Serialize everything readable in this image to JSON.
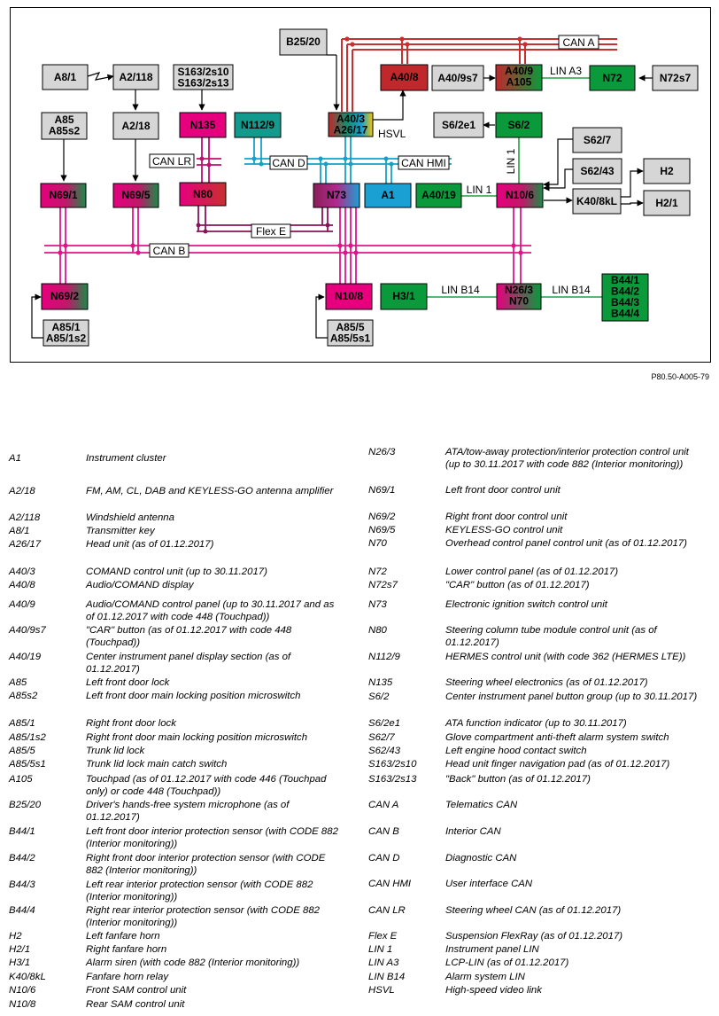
{
  "figure_ref": "P80.50-A005-79",
  "colors": {
    "can_a": "#c8302f",
    "can_b": "#e0148a",
    "can_d": "#14a0c8",
    "can_hmi": "#14a0c8",
    "can_lr": "#c0106e",
    "flex_e": "#8a1258",
    "lin": "#22a040",
    "gray_box": "#d6d6d6",
    "magenta_box": "#e6007e",
    "green_box": "#0a9a3c",
    "red_box": "#c0282c",
    "cyan_box": "#1aa0d2",
    "teal_box": "#139a8c"
  },
  "nodes": {
    "b25_20": "B25/20",
    "a8_1": "A8/1",
    "a2_118": "A2/118",
    "s163": "S163/2s10\nS163/2s13",
    "a85": "A85\nA85s2",
    "a2_18": "A2/18",
    "n135": "N135",
    "n112_9": "N112/9",
    "a40_3": "A40/3\nA26/17",
    "a40_8": "A40/8",
    "a40_9s7": "A40/9s7",
    "a40_9": "A40/9\nA105",
    "n72": "N72",
    "n72s7": "N72s7",
    "s6_2e1": "S6/2e1",
    "s6_2": "S6/2",
    "s62_7": "S62/7",
    "s62_43": "S62/43",
    "h2": "H2",
    "h2_1": "H2/1",
    "k40_8kl": "K40/8kL",
    "n69_1": "N69/1",
    "n69_5": "N69/5",
    "n80": "N80",
    "n73": "N73",
    "a1": "A1",
    "a40_19": "A40/19",
    "n10_6": "N10/6",
    "n69_2": "N69/2",
    "a85_1": "A85/1\nA85/1s2",
    "n10_8": "N10/8",
    "a85_5": "A85/5\nA85/5s1",
    "h3_1": "H3/1",
    "n26_3": "N26/3\nN70",
    "b44": "B44/1\nB44/2\nB44/3\nB44/4"
  },
  "bus_labels": {
    "can_a": "CAN A",
    "can_b": "CAN B",
    "can_d": "CAN D",
    "can_hmi": "CAN HMI",
    "can_lr": "CAN LR",
    "flex_e": "Flex E",
    "lin_a3": "LIN A3",
    "lin_1_vertical": "LIN 1",
    "lin_1": "LIN 1",
    "lin_b14_left": "LIN B14",
    "lin_b14_right": "LIN B14",
    "hsvl": "HSVL"
  },
  "legend_left": [
    {
      "code": "A1",
      "desc": "Instrument cluster"
    },
    {
      "code": "A2/18",
      "desc": "FM, AM, CL, DAB and KEYLESS-GO antenna amplifier"
    },
    {
      "code": "A2/118",
      "desc": "Windshield antenna"
    },
    {
      "code": "A8/1",
      "desc": "Transmitter key"
    },
    {
      "code": "A26/17",
      "desc": "Head unit (as of 01.12.2017)"
    },
    {
      "code": "A40/3",
      "desc": "COMAND control unit (up to 30.11.2017)"
    },
    {
      "code": "A40/8",
      "desc": "Audio/COMAND display"
    },
    {
      "code": "A40/9",
      "desc": "Audio/COMAND control panel (up to 30.11.2017 and as of 01.12.2017 with code 448 (Touchpad))"
    },
    {
      "code": "A40/9s7",
      "desc": "\"CAR\" button (as of 01.12.2017 with code 448 (Touchpad))"
    },
    {
      "code": "A40/19",
      "desc": "Center instrument panel display section (as of 01.12.2017)"
    },
    {
      "code": "A85",
      "desc": "Left front door lock"
    },
    {
      "code": "A85s2",
      "desc": "Left front door main locking position microswitch"
    },
    {
      "code": "A85/1",
      "desc": "Right front door lock"
    },
    {
      "code": "A85/1s2",
      "desc": "Right front door main locking position microswitch"
    },
    {
      "code": "A85/5",
      "desc": "Trunk lid lock"
    },
    {
      "code": "A85/5s1",
      "desc": "Trunk lid lock main catch switch"
    },
    {
      "code": "A105",
      "desc": "Touchpad (as of 01.12.2017 with code 446 (Touchpad only) or code 448 (Touchpad))"
    },
    {
      "code": "B25/20",
      "desc": "Driver's hands-free system microphone (as of 01.12.2017)"
    },
    {
      "code": "B44/1",
      "desc": "Left front door interior protection sensor (with CODE 882 (Interior monitoring))"
    },
    {
      "code": "B44/2",
      "desc": "Right front door interior protection sensor (with CODE 882 (Interior monitoring))"
    },
    {
      "code": "B44/3",
      "desc": "Left rear interior protection sensor (with CODE 882 (Interior monitoring))"
    },
    {
      "code": "B44/4",
      "desc": "Right rear interior protection sensor (with CODE 882 (Interior monitoring))"
    },
    {
      "code": "H2",
      "desc": "Left fanfare horn"
    },
    {
      "code": "H2/1",
      "desc": "Right fanfare horn"
    },
    {
      "code": "H3/1",
      "desc": "Alarm siren (with code 882 (Interior monitoring))"
    },
    {
      "code": "K40/8kL",
      "desc": "Fanfare horn relay"
    },
    {
      "code": "N10/6",
      "desc": "Front SAM control unit"
    },
    {
      "code": "N10/8",
      "desc": "Rear SAM control unit"
    }
  ],
  "legend_right": [
    {
      "code": "N26/3",
      "desc": "ATA/tow-away protection/interior protection control unit (up to 30.11.2017 with code 882 (Interior monitoring))"
    },
    {
      "code": "N69/1",
      "desc": "Left front door control unit"
    },
    {
      "code": "N69/2",
      "desc": "Right front door control unit"
    },
    {
      "code": "N69/5",
      "desc": "KEYLESS-GO control unit"
    },
    {
      "code": "N70",
      "desc": "Overhead control panel control unit (as of 01.12.2017)"
    },
    {
      "code": "N72",
      "desc": "Lower control panel (as of 01.12.2017)"
    },
    {
      "code": "N72s7",
      "desc": "\"CAR\" button (as of 01.12.2017)"
    },
    {
      "code": "N73",
      "desc": "Electronic ignition switch control unit"
    },
    {
      "code": "N80",
      "desc": "Steering column tube module control unit (as of 01.12.2017)"
    },
    {
      "code": "N112/9",
      "desc": "HERMES control unit (with code 362 (HERMES LTE))"
    },
    {
      "code": "N135",
      "desc": "Steering wheel electronics (as of 01.12.2017)"
    },
    {
      "code": "S6/2",
      "desc": "Center instrument panel button group (up to 30.11.2017)"
    },
    {
      "code": "S6/2e1",
      "desc": "ATA function indicator (up to 30.11.2017)"
    },
    {
      "code": "S62/7",
      "desc": "Glove compartment anti-theft alarm system switch"
    },
    {
      "code": "S62/43",
      "desc": "Left engine hood contact switch"
    },
    {
      "code": "S163/2s10",
      "desc": "Head unit finger navigation pad (as of 01.12.2017)"
    },
    {
      "code": "S163/2s13",
      "desc": "\"Back\" button (as of 01.12.2017)"
    },
    {
      "code": "CAN A",
      "desc": "Telematics CAN"
    },
    {
      "code": "CAN B",
      "desc": "Interior CAN"
    },
    {
      "code": "CAN D",
      "desc": "Diagnostic CAN"
    },
    {
      "code": "CAN HMI",
      "desc": "User interface CAN"
    },
    {
      "code": "CAN LR",
      "desc": "Steering wheel CAN (as of 01.12.2017)"
    },
    {
      "code": "Flex E",
      "desc": "Suspension FlexRay (as of 01.12.2017)"
    },
    {
      "code": "LIN 1",
      "desc": "Instrument panel LIN"
    },
    {
      "code": "LIN A3",
      "desc": "LCP-LIN (as of 01.12.2017)"
    },
    {
      "code": "LIN B14",
      "desc": "Alarm system LIN"
    },
    {
      "code": "HSVL",
      "desc": "High-speed video link"
    }
  ]
}
